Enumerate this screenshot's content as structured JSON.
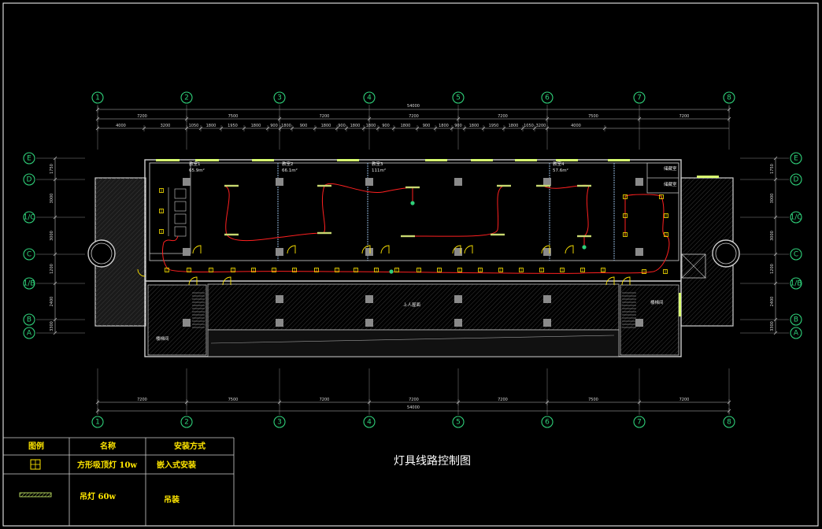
{
  "drawing_title": "灯具线路控制图",
  "total_dimension": "54000",
  "column_axes": [
    "1",
    "2",
    "3",
    "4",
    "5",
    "6",
    "7",
    "8"
  ],
  "row_axes": [
    "E",
    "D",
    "1/C",
    "C",
    "1/B",
    "B",
    "A"
  ],
  "span_dimensions": [
    "7200",
    "7500",
    "7200",
    "7200",
    "7200",
    "7500",
    "7200"
  ],
  "bottom_span_dimensions": [
    "7200",
    "7500",
    "7200",
    "7200",
    "7200",
    "7500",
    "7200"
  ],
  "detail_dimensions": [
    "4000",
    "3200",
    "1050",
    "1800",
    "1950",
    "1800",
    "900",
    "1800",
    "900",
    "1800",
    "900",
    "1800",
    "1800",
    "900",
    "1800",
    "900",
    "1800",
    "900",
    "1800",
    "1950",
    "1800",
    "1050",
    "3200",
    "4000"
  ],
  "side_dimensions": [
    "1750",
    "3000",
    "3000",
    "1200",
    "2400",
    "3300",
    "300"
  ],
  "rooms": {
    "classroom1": "教室1",
    "classroom1_area": "65.9m²",
    "classroom2": "教室2",
    "classroom2_area": "66.1m²",
    "classroom3": "教室3",
    "classroom3_area": "111m²",
    "classroom4": "教室4",
    "classroom4_area": "57.6m²",
    "roof": "上人屋面",
    "stair_left": "楼梯间",
    "stair_right": "楼梯间",
    "store1": "储藏室",
    "store2": "储藏室"
  },
  "legend": {
    "headers": [
      "图例",
      "名称",
      "安装方式"
    ],
    "rows": [
      {
        "icon": "square-ceiling-light-icon",
        "name": "方形吸顶灯 10w",
        "install": "嵌入式安装"
      },
      {
        "icon": "pendant-light-icon",
        "name": "吊灯 60w",
        "install": "吊装"
      }
    ]
  },
  "colors": {
    "background": "#000000",
    "wire": "#ff2020",
    "axis_bubble": "#2fd07a",
    "door": "#ffe600",
    "window": "#d8ff70",
    "wall": "#cfcfcf"
  }
}
